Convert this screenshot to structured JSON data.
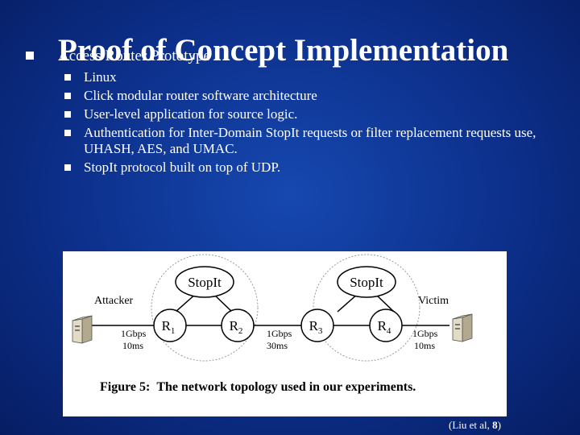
{
  "slide": {
    "title": "Proof of Concept Implementation",
    "top_item": "Access Router Prototype",
    "sub_items": [
      "Linux",
      "Click modular router software architecture",
      "User-level application for source logic.",
      "Authentication for Inter-Domain StopIt requests or filter replacement requests use, UHASH, AES, and UMAC.",
      "StopIt protocol built on top of UDP."
    ]
  },
  "figure": {
    "caption_label": "Figure 5:",
    "caption_text": "The network topology used in our experiments.",
    "attacker_label": "Attacker",
    "victim_label": "Victim",
    "stopit_left": "StopIt",
    "stopit_right": "StopIt",
    "r1": "R",
    "r1_sub": "1",
    "r2": "R",
    "r2_sub": "2",
    "r3": "R",
    "r3_sub": "3",
    "r4": "R",
    "r4_sub": "4",
    "link_left_bw": "1Gbps",
    "link_left_delay": "10ms",
    "link_mid_bw": "1Gbps",
    "link_mid_delay": "30ms",
    "link_right_bw": "1Gbps",
    "link_right_delay": "10ms"
  },
  "citation": {
    "text": "(Liu et al, ",
    "page": "8",
    "close": ")"
  }
}
